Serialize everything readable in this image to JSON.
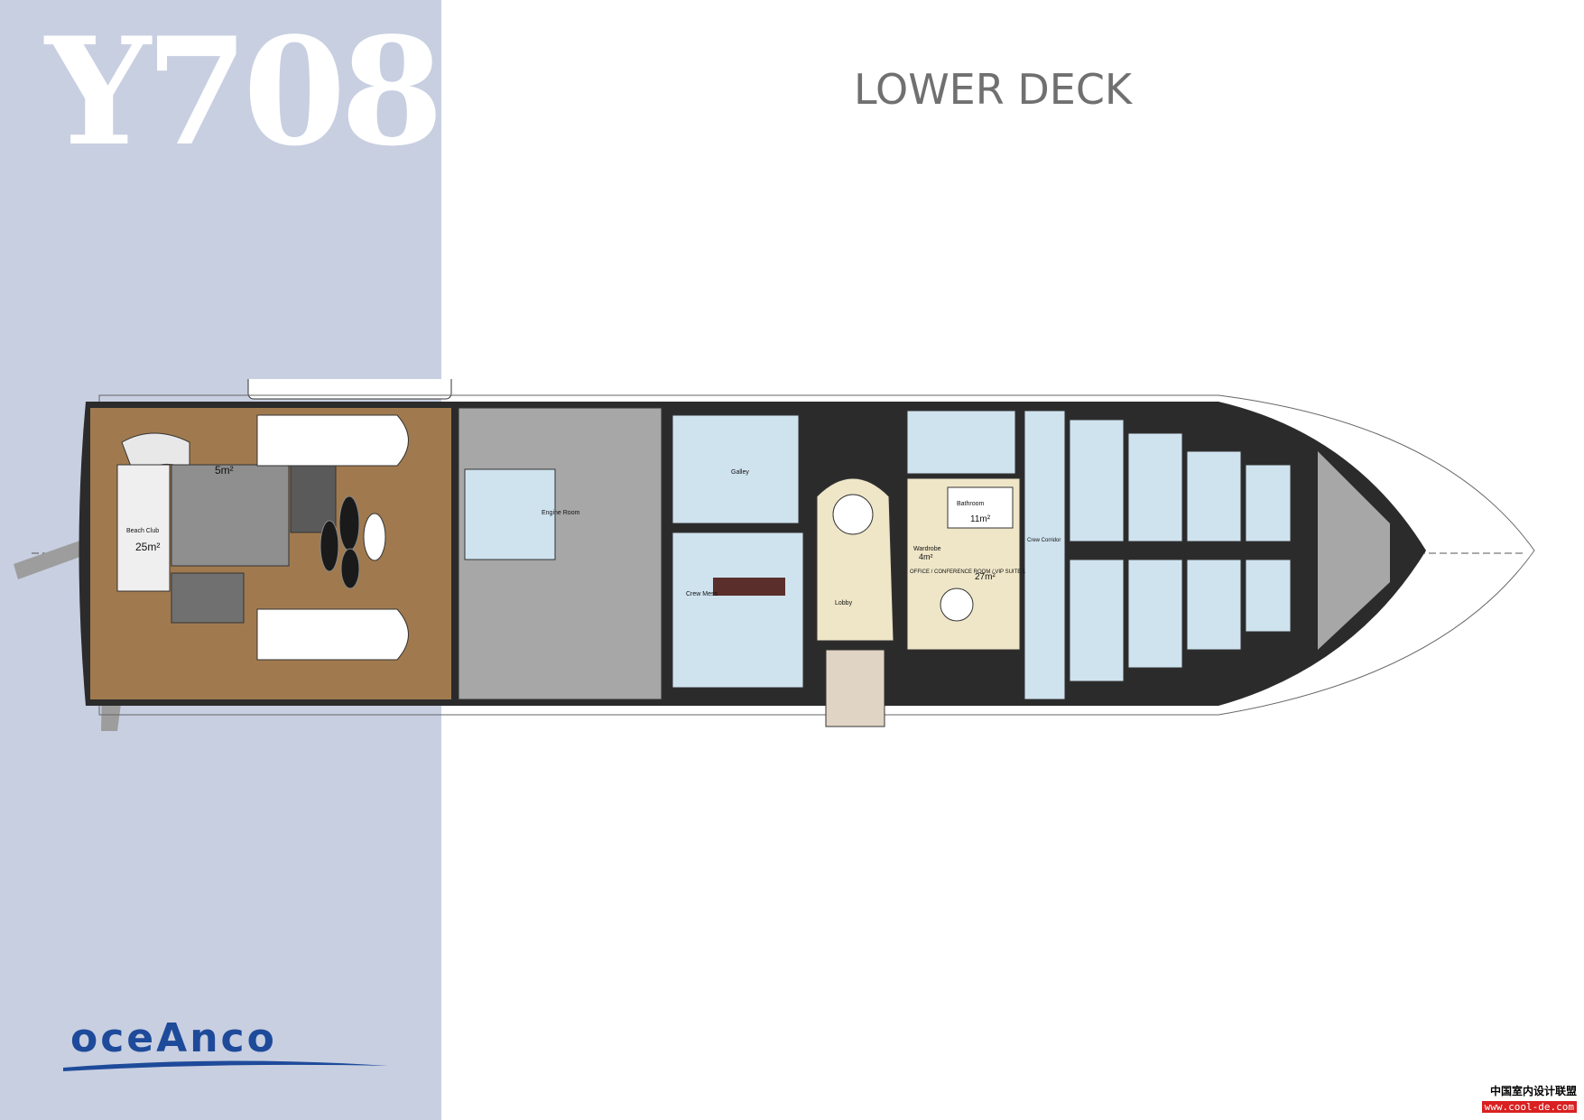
{
  "header": {
    "model": "Y708",
    "deck_title": "LOWER DECK"
  },
  "brand": {
    "name": "oceAnco",
    "color": "#1e4a9a"
  },
  "colors": {
    "sidebar": "#c8cfe1",
    "deck_wood": "#a07a4e",
    "room_blue": "#cfe3ef",
    "hull_dark": "#2b2b2b",
    "machinery": "#a7a7a7",
    "lobby": "#efe6c8",
    "wood_dark": "#5a2e2a"
  },
  "plan": {
    "areas": {
      "beach_club": "25m²",
      "storage": "5m²",
      "bathroom": "11m²",
      "wardrobe": "4m²",
      "office": "27m²"
    },
    "labels": {
      "beach_club": "Beach Club",
      "office": "OFFICE / CONFERENCE ROOM / VIP SUITE 1",
      "bathroom": "Bathroom",
      "wardrobe": "Wardrobe",
      "galley": "Galley",
      "crew_mess": "Crew Mess",
      "lobby": "Lobby",
      "engine_room": "Engine Room",
      "crew_corridor": "Crew Corridor"
    }
  },
  "watermark": {
    "cn": "中国室内设计联盟",
    "url": "www.cool-de.com"
  }
}
